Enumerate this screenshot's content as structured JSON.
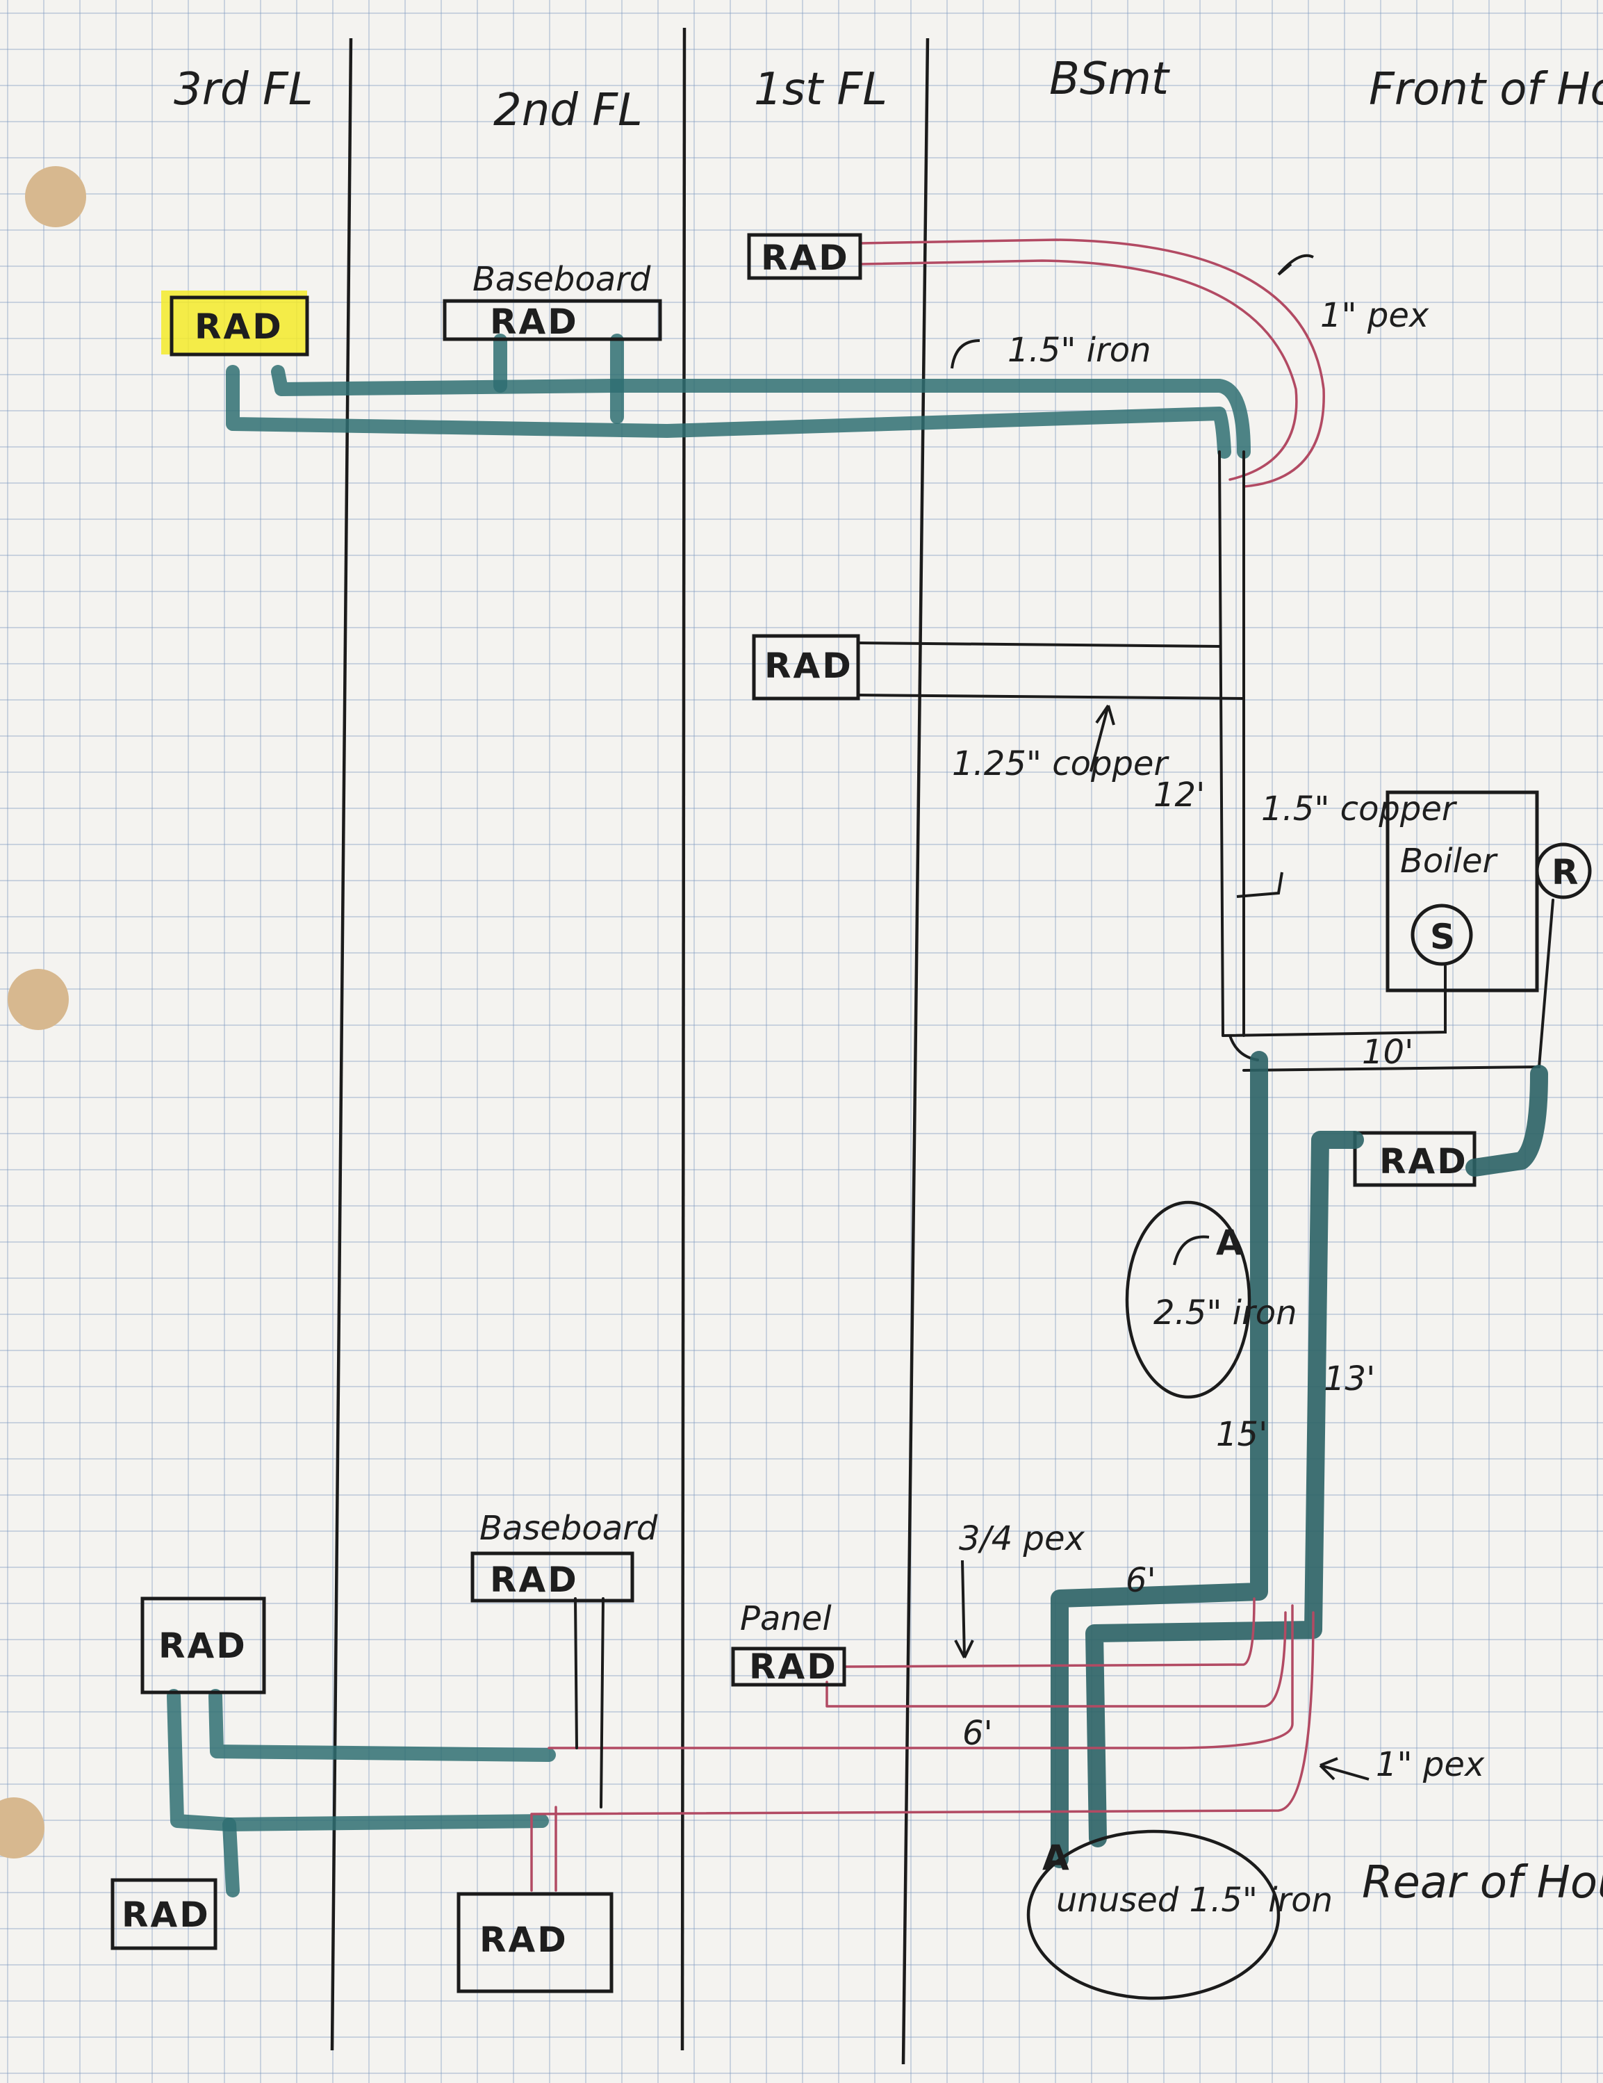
{
  "columns": {
    "third_floor": "3rd FL",
    "second_floor": "2nd FL",
    "first_floor": "1st FL",
    "basement": "BSmt"
  },
  "front_label": "Front of House",
  "rear_label": "Rear of House",
  "radiators": {
    "third_top": "RAD",
    "second_top_title": "Baseboard",
    "second_top": "RAD",
    "first_top": "RAD",
    "first_mid": "RAD",
    "basement_rad": "RAD",
    "third_bottom_upper": "RAD",
    "third_bottom_lower": "RAD",
    "second_bottom_title": "Baseboard",
    "second_bottom": "RAD",
    "second_bottom_lower": "RAD",
    "first_bottom_title": "Panel",
    "first_bottom": "RAD"
  },
  "boiler": {
    "label": "Boiler",
    "supply_marker": "S",
    "return_marker": "R"
  },
  "pipe_labels": {
    "top_pex": "1\" pex",
    "top_iron": "1.5\" iron",
    "mid_copper": "1.25\" copper",
    "riser_length": "12'",
    "riser_copper": "1.5\" copper",
    "boiler_run": "10'",
    "main_iron": "2.5\" iron",
    "main_iron_marker": "A",
    "run_15": "15'",
    "run_13": "13'",
    "run_6": "6'",
    "branch_pex": "3/4 pex",
    "branch_length": "6'",
    "bottom_pex": "1\" pex",
    "unused_iron": "unused 1.5\" iron",
    "unused_marker": "A"
  },
  "colors": {
    "iron_pipe": "#2f6f72",
    "pex_pipe": "#b24a63",
    "highlight": "#f3ea2a",
    "ink": "#1e1e1e"
  }
}
